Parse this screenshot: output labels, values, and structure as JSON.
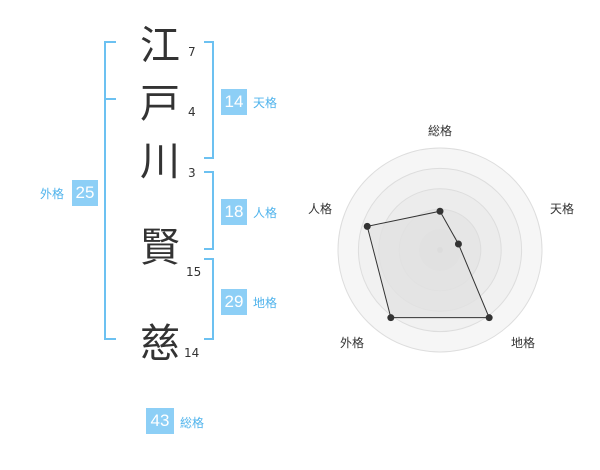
{
  "name": {
    "chars": [
      "江",
      "戸",
      "川",
      "賢",
      "慈"
    ],
    "strokes": [
      "7",
      "4",
      "3",
      "15",
      "14"
    ]
  },
  "kakusu": {
    "tenkaku": {
      "value": "14",
      "label": "天格"
    },
    "jinkaku": {
      "value": "18",
      "label": "人格"
    },
    "chikaku": {
      "value": "29",
      "label": "地格"
    },
    "gaikaku": {
      "value": "25",
      "label": "外格"
    },
    "soukaku": {
      "value": "43",
      "label": "総格"
    }
  },
  "colors": {
    "accent": "#8dcff6",
    "bracket": "#6cc1f1",
    "label": "#4fb3ec",
    "text": "#333333"
  },
  "chart_data": {
    "type": "radar",
    "axes": [
      "総格",
      "天格",
      "地格",
      "外格",
      "人格"
    ],
    "values": [
      0.38,
      0.19,
      0.82,
      0.82,
      0.75
    ],
    "ylim": [
      0,
      1
    ],
    "rings": 5
  }
}
